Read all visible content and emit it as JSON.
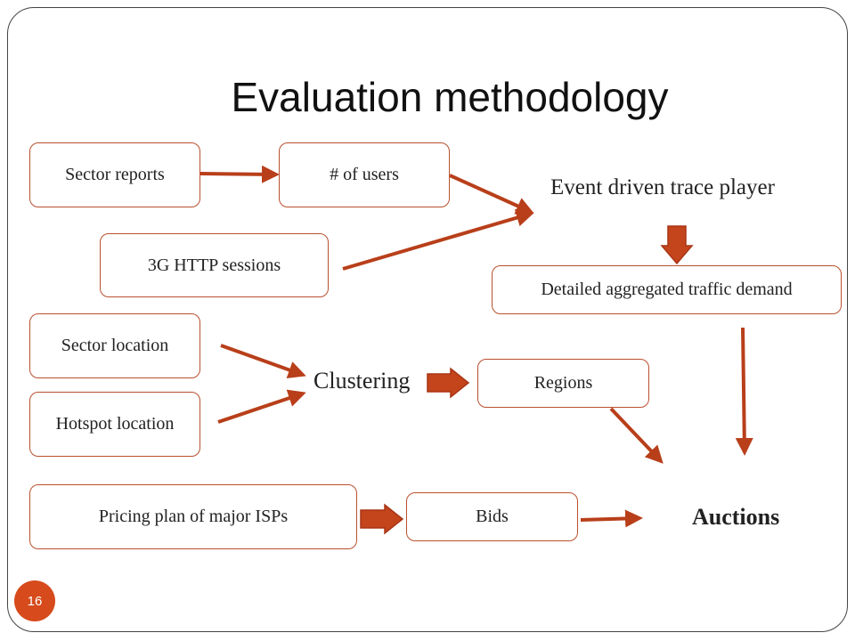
{
  "slide": {
    "title": "Evaluation methodology",
    "page_number": "16"
  },
  "colors": {
    "accent": "#b83f1a",
    "box_border": "#b9502e",
    "badge": "#d64a1b"
  },
  "boxes": {
    "sector_reports": "Sector reports",
    "num_users": "# of users",
    "http_sessions": "3G HTTP sessions",
    "traffic_demand": "Detailed aggregated traffic demand",
    "sector_location": "Sector location",
    "hotspot_location": "Hotspot location",
    "regions": "Regions",
    "pricing_plan": "Pricing plan of major ISPs",
    "bids": "Bids"
  },
  "labels": {
    "trace_player": "Event driven trace player",
    "clustering": "Clustering",
    "auctions": "Auctions"
  }
}
